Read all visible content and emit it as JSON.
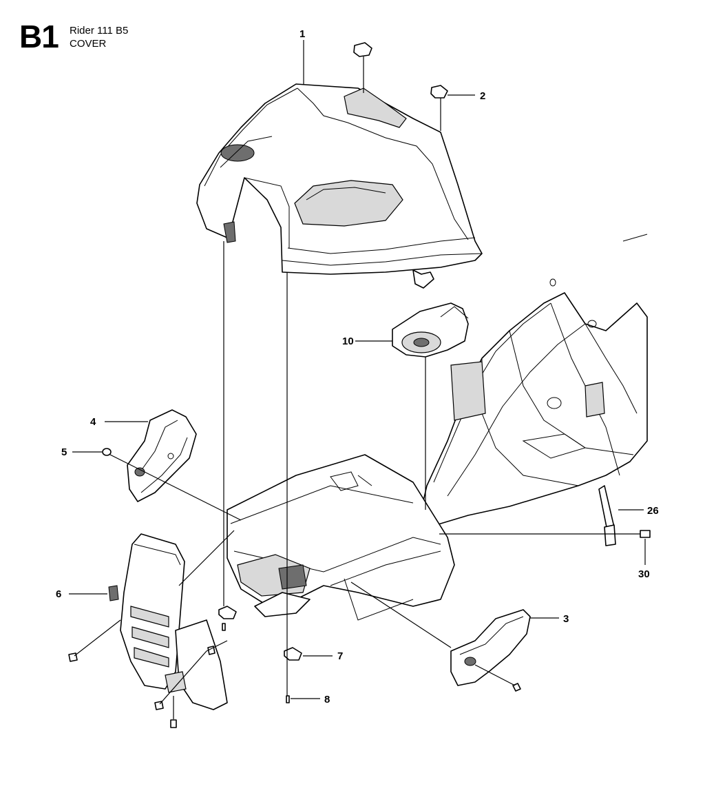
{
  "header": {
    "diagram_code": "B1",
    "model": "Rider 111 B5",
    "section": "COVER"
  },
  "callouts": {
    "c1": "1",
    "c2": "2",
    "c3": "3",
    "c4": "4",
    "c5": "5",
    "c6": "6",
    "c7": "7",
    "c8": "8",
    "c10": "10",
    "c26": "26",
    "c30": "30"
  }
}
